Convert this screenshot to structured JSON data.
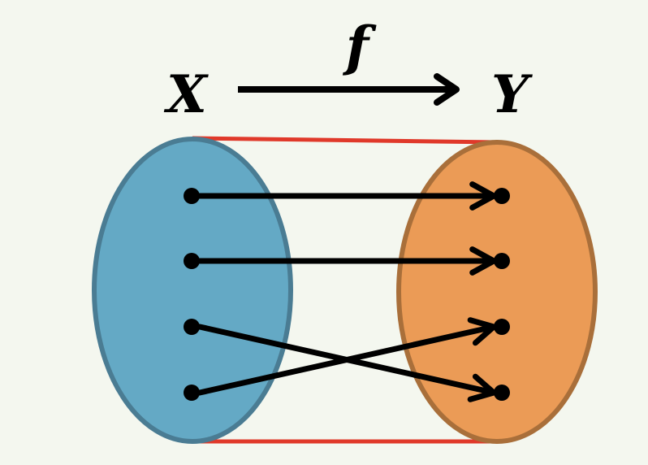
{
  "labels": {
    "domain_set": "X",
    "codomain_set": "Y",
    "function_name": "f"
  },
  "colors": {
    "background": "#f4f7ef",
    "domain_fill": "#64a9c5",
    "domain_stroke": "#4a7c93",
    "codomain_fill": "#eb9b56",
    "codomain_stroke": "#a96f3a",
    "connector": "#e0392a",
    "ink": "#000000"
  },
  "mapping": [
    {
      "from": 1,
      "to": 1
    },
    {
      "from": 2,
      "to": 2
    },
    {
      "from": 3,
      "to": 4
    },
    {
      "from": 4,
      "to": 3
    }
  ],
  "element_counts": {
    "domain": 4,
    "codomain": 4
  }
}
